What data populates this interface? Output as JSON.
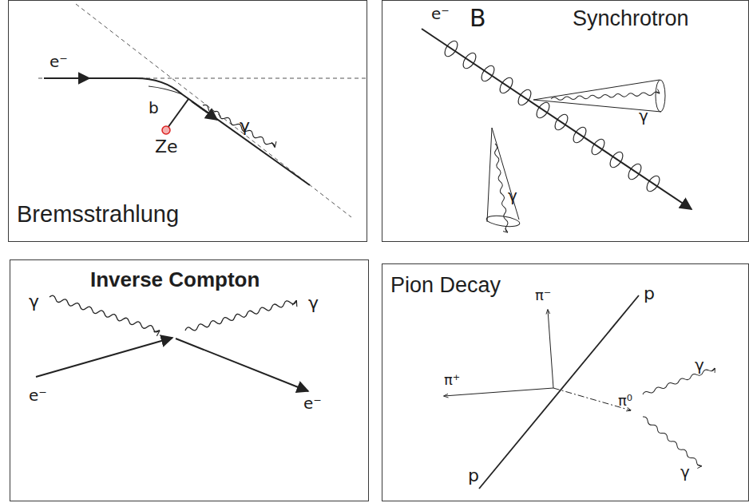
{
  "diagram": {
    "nodes": [
      {
        "text": [
          "Bremsstrahlung"
        ]
      },
      {
        "text": [
          "Synchrotron"
        ]
      },
      {
        "text": [
          "Inverse Compton"
        ]
      },
      {
        "text": [
          "Pion Decay"
        ]
      }
    ],
    "labels": [
      "e⁻",
      "b",
      "Ze",
      "γ",
      "e⁻",
      "B",
      "γ",
      "γ",
      "γ",
      "γ",
      "e⁻",
      "e⁻",
      "π⁻",
      "p",
      "π⁺",
      "π⁰",
      "γ",
      "p",
      "γ"
    ]
  }
}
